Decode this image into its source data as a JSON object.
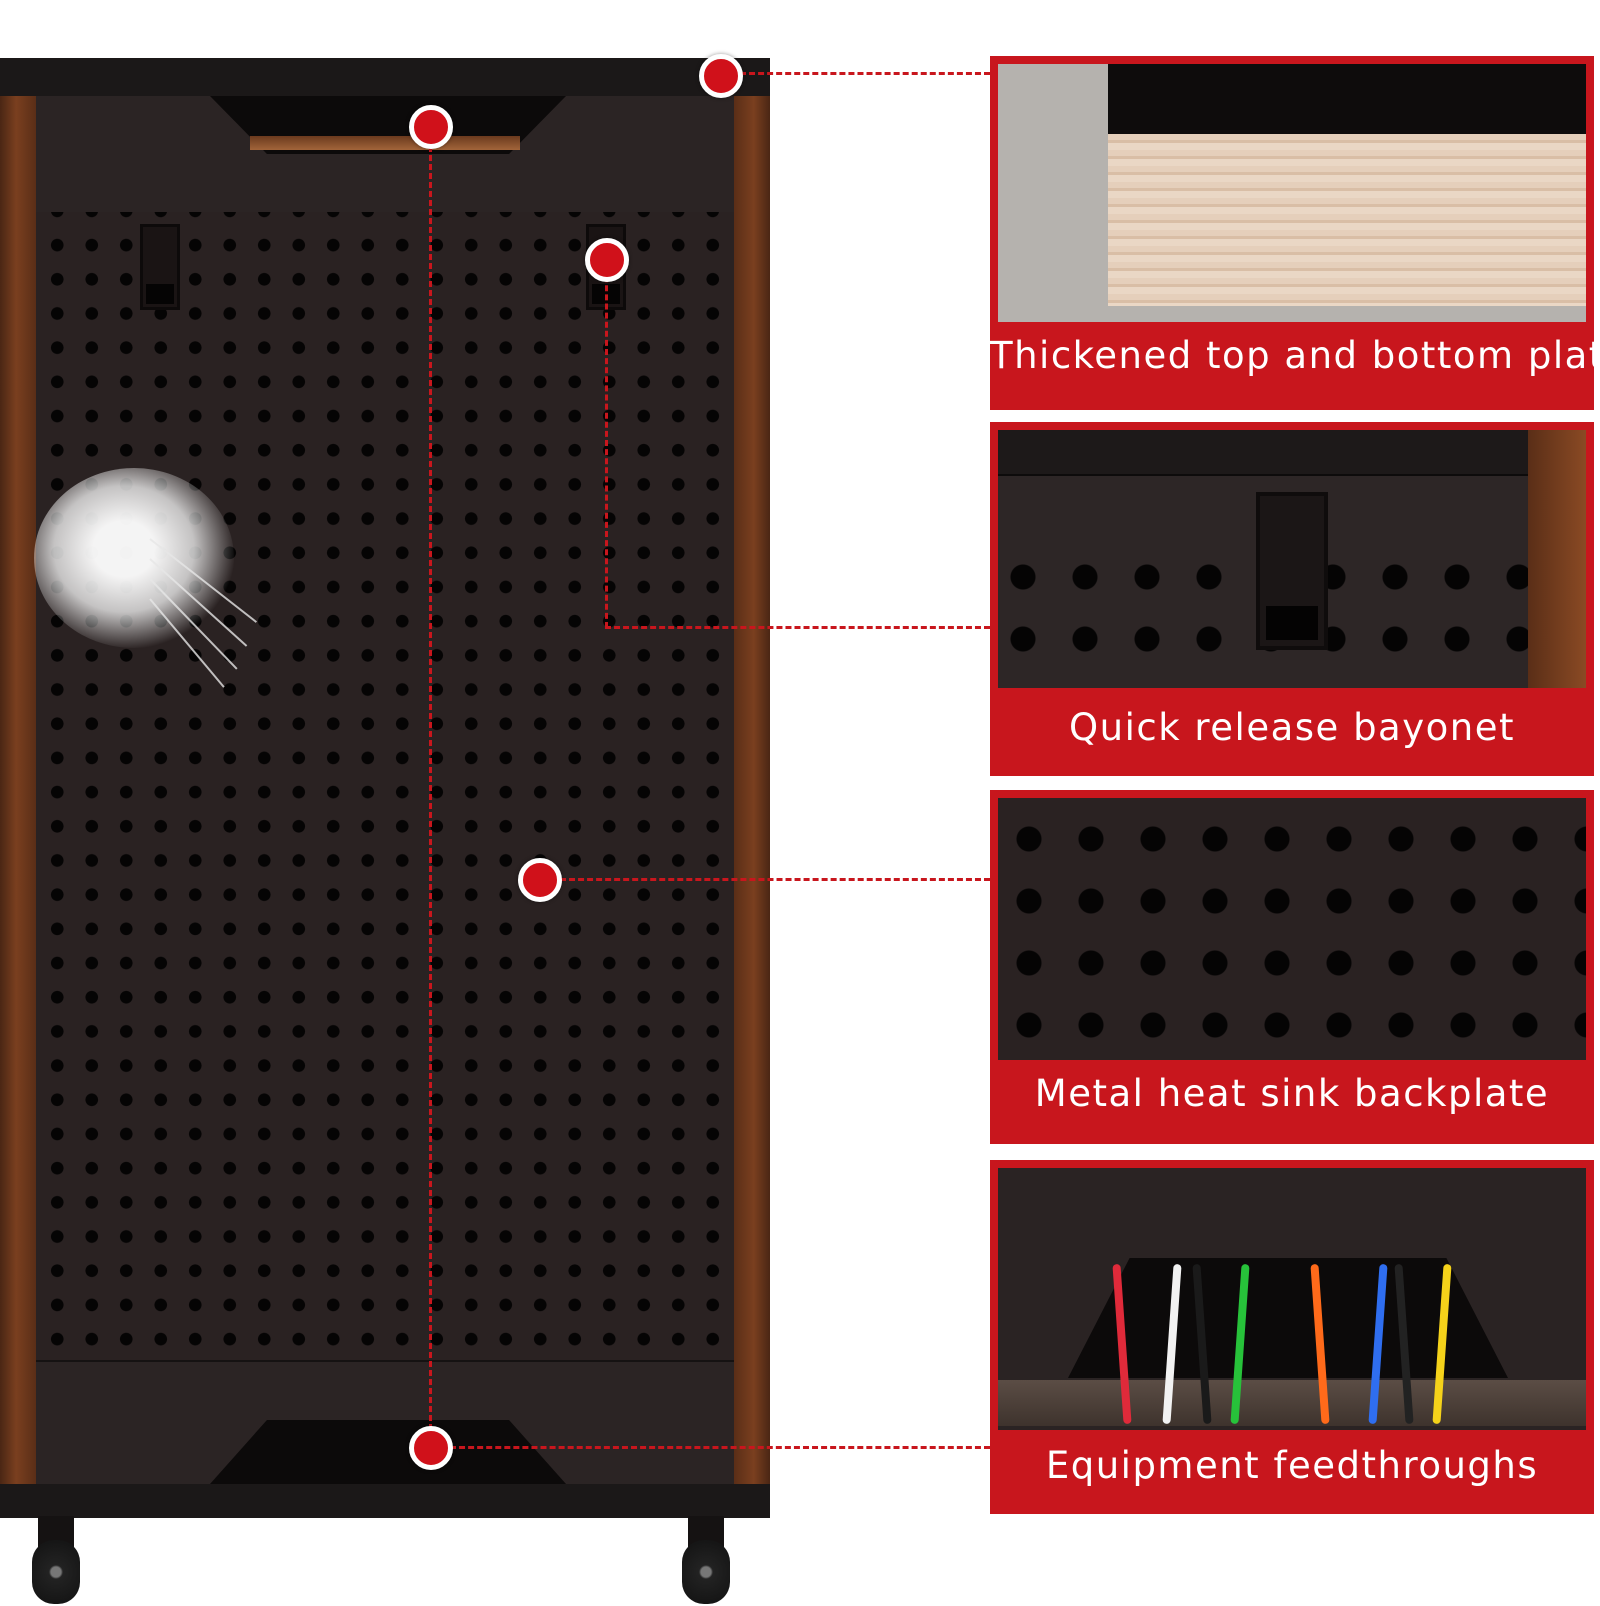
{
  "features": [
    {
      "id": "plates",
      "caption": "Thickened top and bottom plates"
    },
    {
      "id": "bayonet",
      "caption": "Quick release bayonet"
    },
    {
      "id": "heatsink",
      "caption": "Metal heat sink backplate"
    },
    {
      "id": "feedthrough",
      "caption": "Equipment feedthroughs"
    }
  ],
  "colors": {
    "accent": "#c8161d",
    "cabinet": "#2a2222",
    "wood": "#7a3f1f"
  },
  "wire_colors": [
    "#e02a3a",
    "#f2f2f2",
    "#1a1a1a",
    "#27c23a",
    "#ff6a1a",
    "#2f6ef0",
    "#222222",
    "#f5d21a"
  ]
}
